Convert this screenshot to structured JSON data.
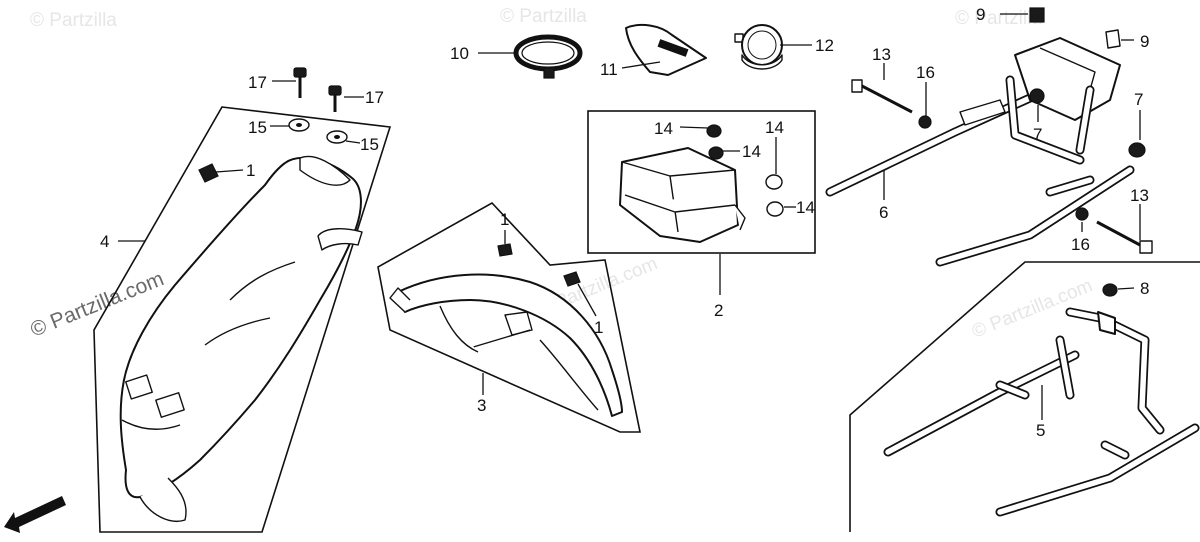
{
  "watermarks": {
    "top_left": "© Partzilla",
    "top_center": "© Partzilla",
    "top_right": "© Partzilla",
    "left_panel": "© Partzilla.com",
    "center_panel": "© Partzilla.com",
    "right_panel": "© Partzilla.com"
  },
  "fwd_label": "FWD",
  "callouts": {
    "c1_left": "1",
    "c1_center_top": "1",
    "c1_center_right": "1",
    "c2": "2",
    "c3": "3",
    "c4": "4",
    "c5": "5",
    "c6": "6",
    "c7_left": "7",
    "c7_right": "7",
    "c8": "8",
    "c9_top": "9",
    "c9_right": "9",
    "c10": "10",
    "c11": "11",
    "c12": "12",
    "c13_top": "13",
    "c13_right": "13",
    "c14_a": "14",
    "c14_b": "14",
    "c14_c": "14",
    "c14_d": "14",
    "c15_left": "15",
    "c15_right": "15",
    "c16_top": "16",
    "c16_bottom": "16",
    "c17_left": "17",
    "c17_right": "17"
  }
}
